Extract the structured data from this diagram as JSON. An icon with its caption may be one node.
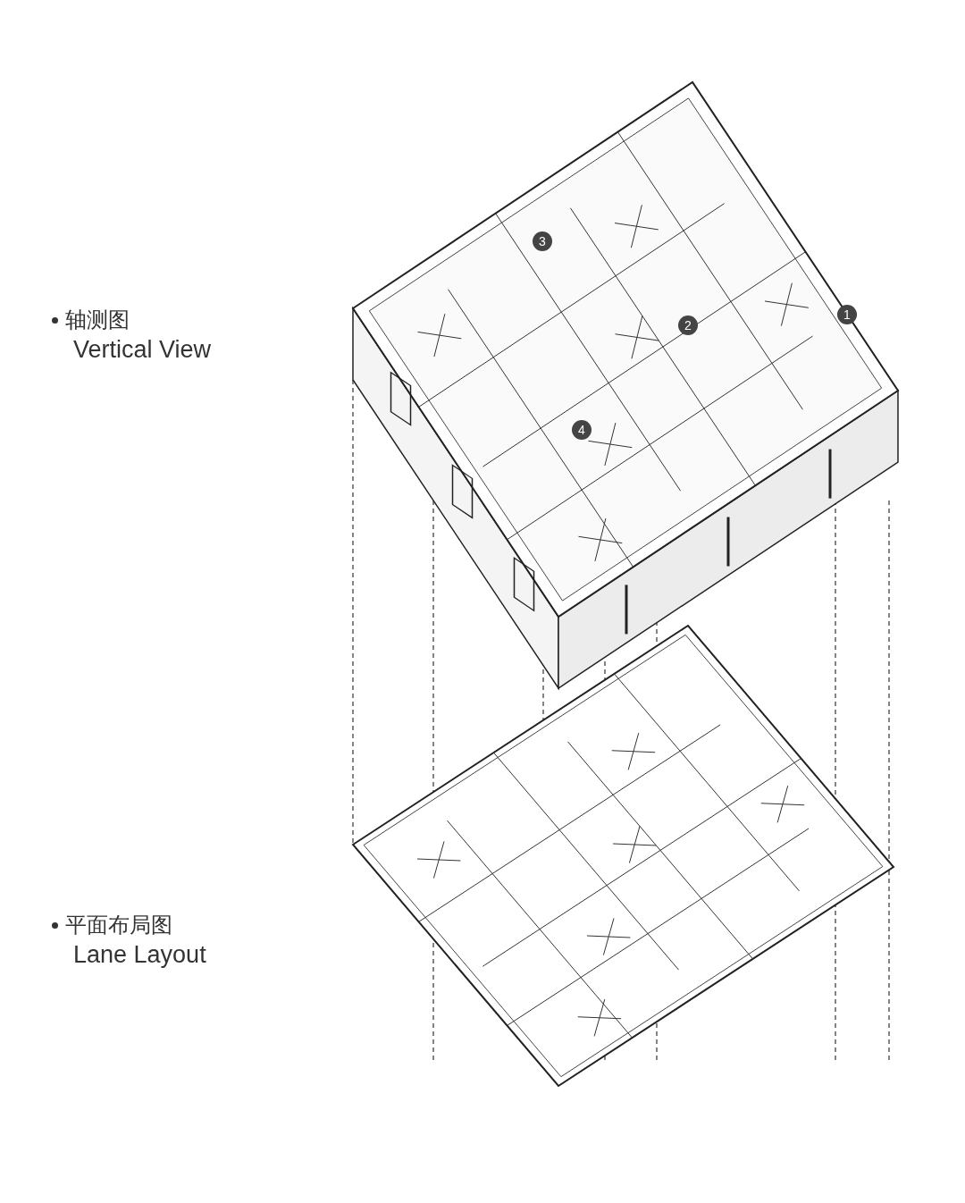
{
  "diagram": {
    "labels": [
      "轴测图",
      "Vertical View",
      "平面布局图",
      "Lane Layout",
      "1",
      "2",
      "3",
      "4"
    ]
  }
}
